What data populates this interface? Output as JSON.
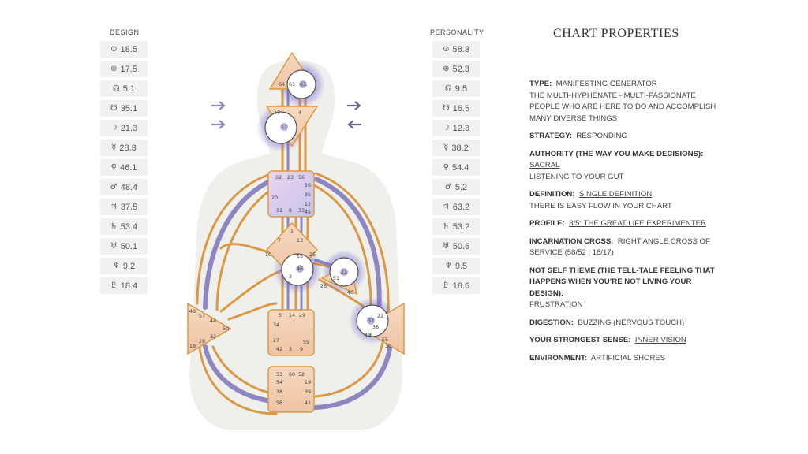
{
  "design": {
    "title": "DESIGN",
    "rows": [
      {
        "icon": "sun-icon",
        "sym": "⊙",
        "val": "18.5"
      },
      {
        "icon": "earth-icon",
        "sym": "⊕",
        "val": "17.5"
      },
      {
        "icon": "north-node-icon",
        "sym": "☊",
        "val": "5.1"
      },
      {
        "icon": "south-node-icon",
        "sym": "☋",
        "val": "35.1"
      },
      {
        "icon": "moon-icon",
        "sym": "☽",
        "val": "21.3"
      },
      {
        "icon": "mercury-icon",
        "sym": "☿",
        "val": "28.3"
      },
      {
        "icon": "venus-icon",
        "sym": "♀",
        "val": "46.1"
      },
      {
        "icon": "mars-icon",
        "sym": "♂",
        "val": "48.4"
      },
      {
        "icon": "jupiter-icon",
        "sym": "♃",
        "val": "37.5"
      },
      {
        "icon": "saturn-icon",
        "sym": "♄",
        "val": "53.4"
      },
      {
        "icon": "uranus-icon",
        "sym": "♅",
        "val": "50.1"
      },
      {
        "icon": "neptune-icon",
        "sym": "♆",
        "val": "9.2"
      },
      {
        "icon": "pluto-icon",
        "sym": "♇",
        "val": "18.4"
      }
    ]
  },
  "personality": {
    "title": "PERSONALITY",
    "rows": [
      {
        "icon": "sun-icon",
        "sym": "⊙",
        "val": "58.3"
      },
      {
        "icon": "earth-icon",
        "sym": "⊕",
        "val": "52.3"
      },
      {
        "icon": "north-node-icon",
        "sym": "☊",
        "val": "9.5"
      },
      {
        "icon": "south-node-icon",
        "sym": "☋",
        "val": "16.5"
      },
      {
        "icon": "moon-icon",
        "sym": "☽",
        "val": "12.3"
      },
      {
        "icon": "mercury-icon",
        "sym": "☿",
        "val": "38.2"
      },
      {
        "icon": "venus-icon",
        "sym": "♀",
        "val": "54.4"
      },
      {
        "icon": "mars-icon",
        "sym": "♂",
        "val": "5.2"
      },
      {
        "icon": "jupiter-icon",
        "sym": "♃",
        "val": "63.2"
      },
      {
        "icon": "saturn-icon",
        "sym": "♄",
        "val": "53.2"
      },
      {
        "icon": "uranus-icon",
        "sym": "♅",
        "val": "50.6"
      },
      {
        "icon": "neptune-icon",
        "sym": "♆",
        "val": "9.5"
      },
      {
        "icon": "pluto-icon",
        "sym": "♇",
        "val": "18.6"
      }
    ]
  },
  "properties": {
    "title": "CHART PROPERTIES",
    "type_label": "TYPE:",
    "type_value": "MANIFESTING GENERATOR",
    "type_desc": "THE MULTI-HYPHENATE - MULTI-PASSIONATE PEOPLE WHO ARE HERE TO DO AND ACCOMPLISH MANY DIVERSE THINGS",
    "strategy_label": "STRATEGY:",
    "strategy_value": "RESPONDING",
    "authority_label": "AUTHORITY (THE WAY YOU MAKE DECISIONS):",
    "authority_value": "SACRAL",
    "authority_desc": "LISTENING TO YOUR GUT",
    "definition_label": "DEFINITION:",
    "definition_value": "SINGLE DEFINITION",
    "definition_desc": "THERE IS EASY FLOW IN YOUR CHART",
    "profile_label": "PROFILE:",
    "profile_value": "3/5: THE GREAT LIFE EXPERIMENTER",
    "cross_label": "INCARNATION CROSS:",
    "cross_value": "RIGHT ANGLE CROSS OF SERVICE (58/52 | 18/17)",
    "notself_label": "NOT SELF THEME (THE TELL-TALE FEELING THAT HAPPENS WHEN YOU’RE NOT LIVING YOUR DESIGN):",
    "notself_value": "FRUSTRATION",
    "digestion_label": "DIGESTION:",
    "digestion_value": "BUZZING (NERVOUS TOUCH)",
    "sense_label": "YOUR STRONGEST SENSE:",
    "sense_value": "INNER VISION",
    "environment_label": "ENVIRONMENT:",
    "environment_value": "ARTIFICIAL SHORES"
  },
  "bodygraph": {
    "colors": {
      "design": "#8e86c0",
      "personality": "#e0a14a",
      "center_defined": "#c9c3e6",
      "center_peach": "#f0c8a8",
      "silhouette": "#eeeeea"
    },
    "head_gates": [
      "64",
      "61",
      "63"
    ],
    "ajna_gates": [
      "47",
      "4",
      "17"
    ],
    "throat_gates": [
      "62",
      "23",
      "56",
      "16",
      "35",
      "12",
      "20",
      "45",
      "31",
      "8",
      "33"
    ],
    "g_gates": [
      "1",
      "7",
      "13",
      "10",
      "25",
      "46",
      "2",
      "15"
    ],
    "ego_gates": [
      "21",
      "51",
      "26",
      "40"
    ],
    "spleen_gates": [
      "48",
      "57",
      "44",
      "50",
      "32",
      "28",
      "18"
    ],
    "sacral_gates": [
      "5",
      "14",
      "29",
      "34",
      "27",
      "59",
      "42",
      "3",
      "9"
    ],
    "solar_gates": [
      "37",
      "22",
      "36",
      "6",
      "49",
      "55",
      "30"
    ],
    "root_gates": [
      "53",
      "60",
      "52",
      "54",
      "19",
      "38",
      "39",
      "58",
      "41"
    ]
  }
}
